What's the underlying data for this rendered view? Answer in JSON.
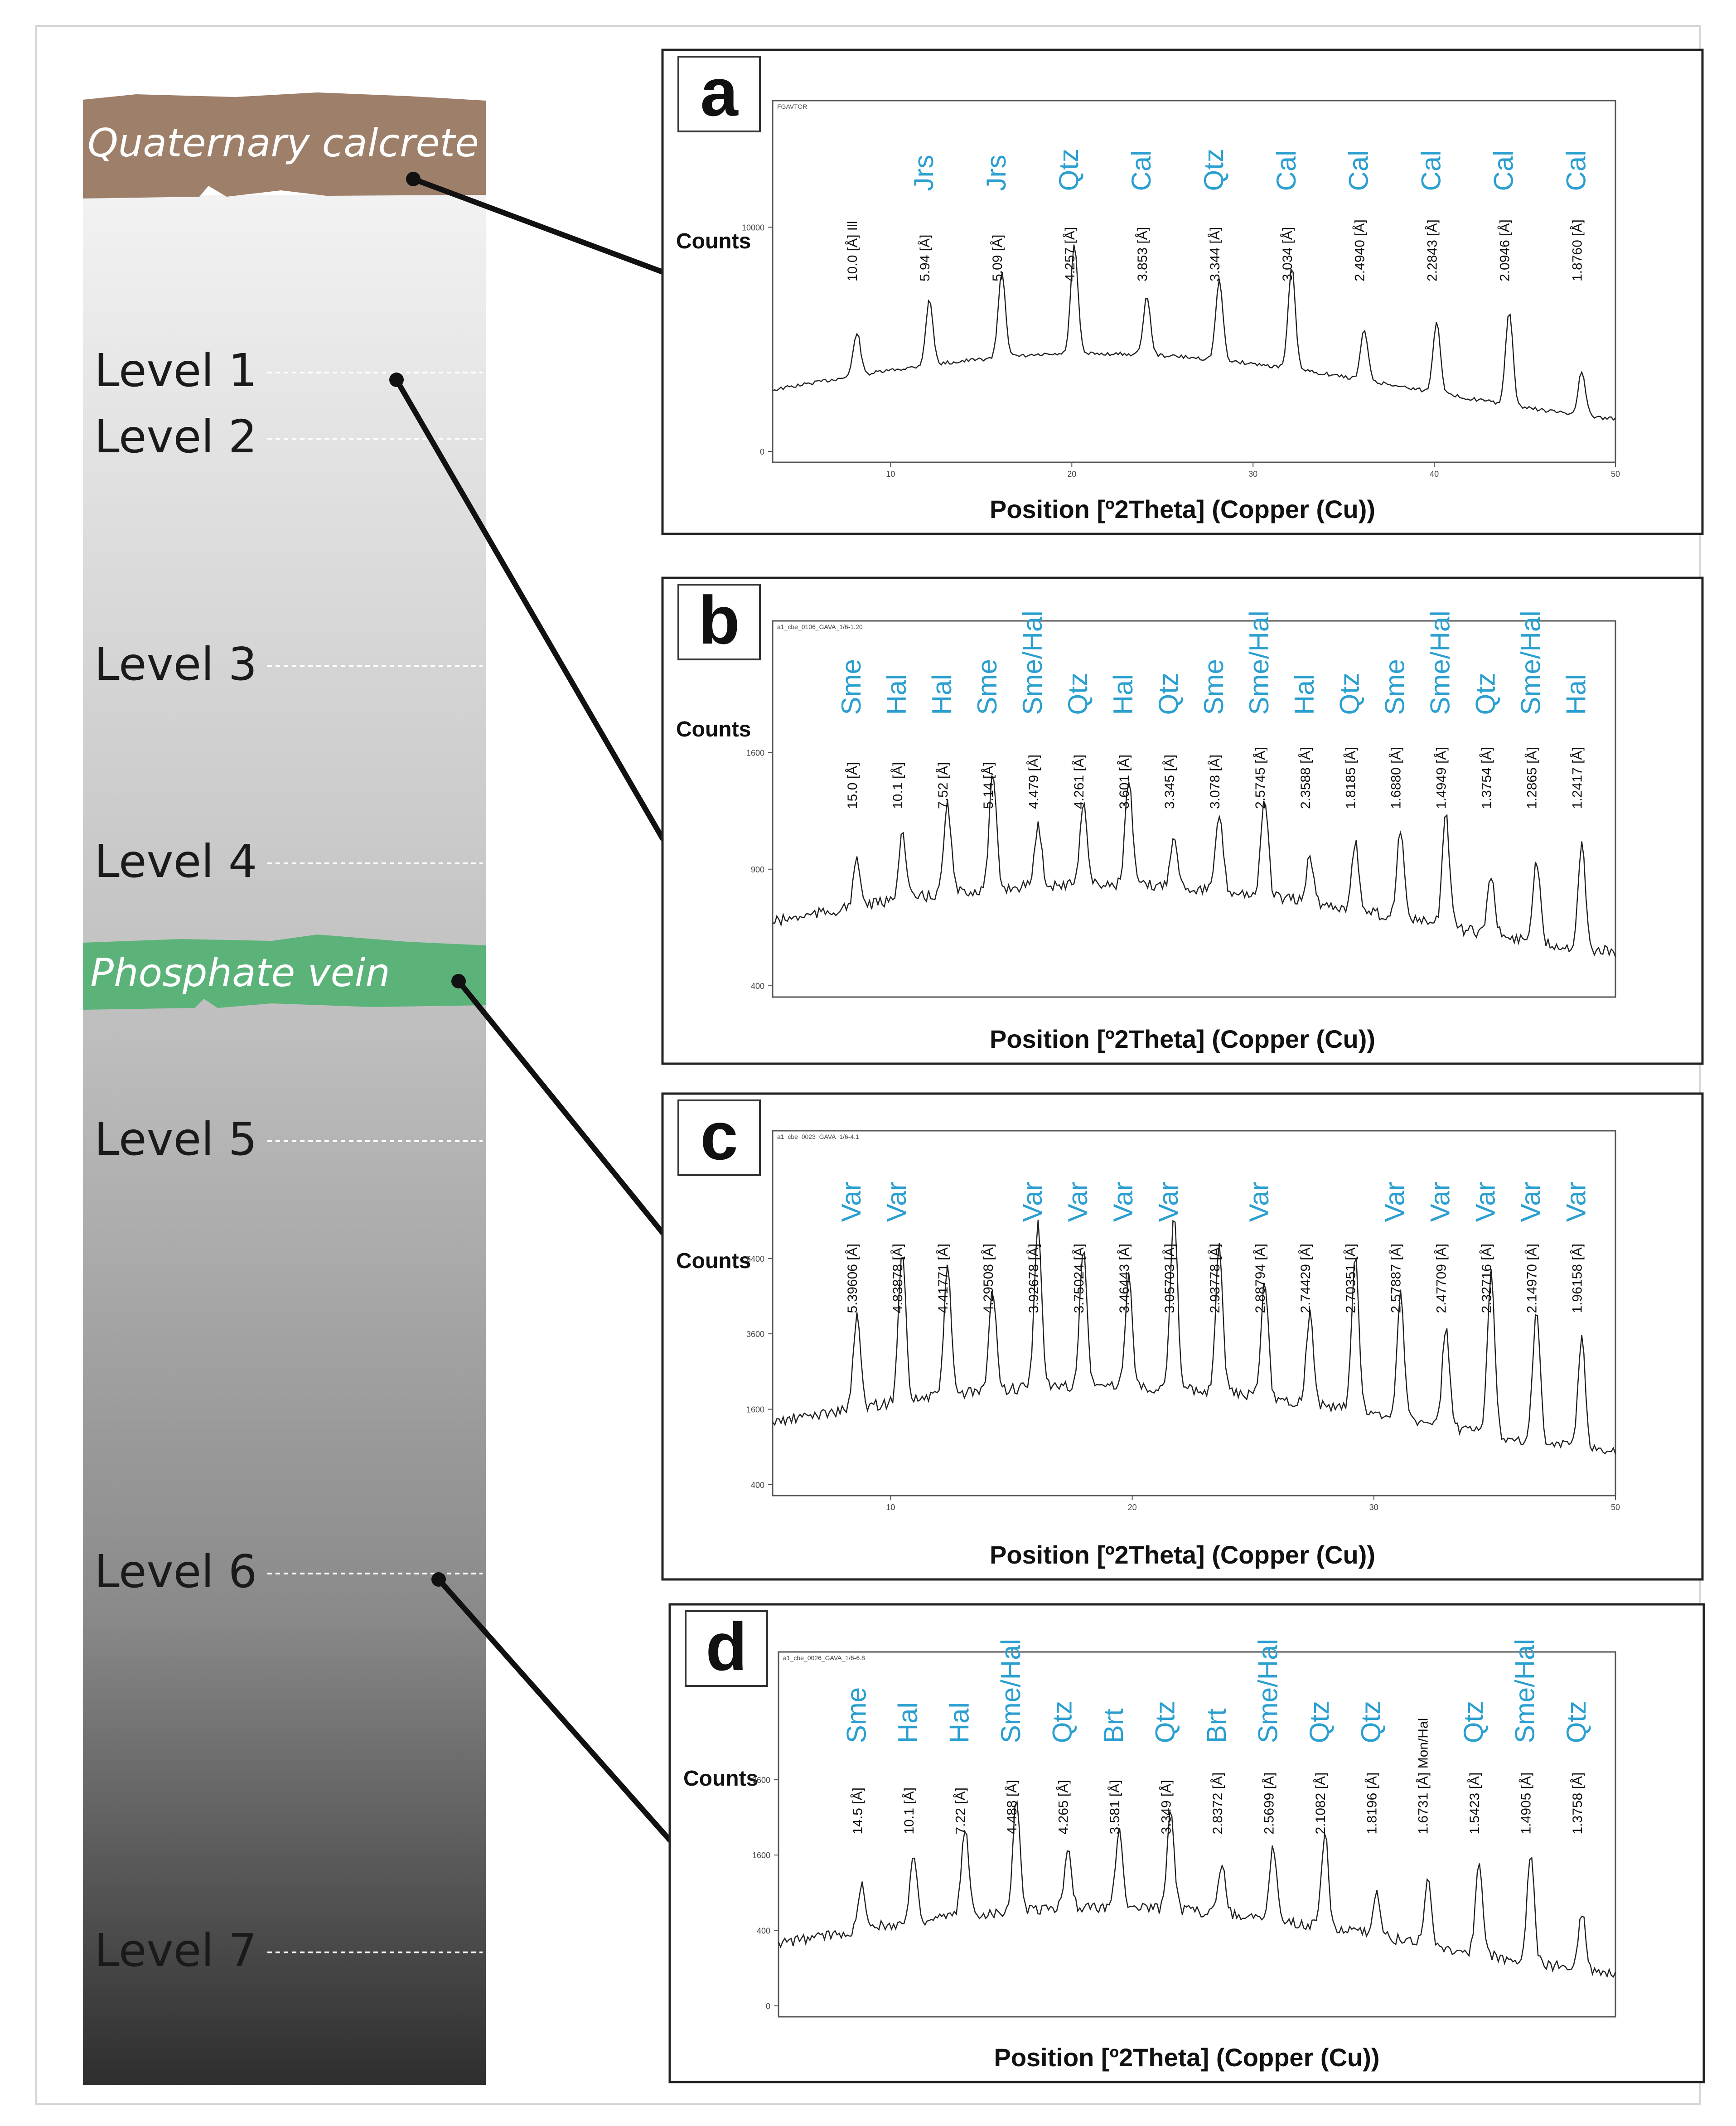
{
  "column": {
    "top_layer": "Quaternary calcrete",
    "vein": "Phosphate vein",
    "colors": {
      "calcrete": "#9e7f6a",
      "vein": "#5cb37a",
      "column_top": "#f2f2f2",
      "column_bottom": "#2e2e2e"
    },
    "levels": [
      {
        "id": "level-1",
        "label": "Level 1"
      },
      {
        "id": "level-2",
        "label": "Level 2"
      },
      {
        "id": "level-3",
        "label": "Level 3"
      },
      {
        "id": "level-4",
        "label": "Level 4"
      },
      {
        "id": "level-5",
        "label": "Level 5"
      },
      {
        "id": "level-6",
        "label": "Level 6"
      },
      {
        "id": "level-7",
        "label": "Level 7"
      }
    ]
  },
  "common": {
    "ylabel": "Counts",
    "xlabel": "Position [º2Theta] (Copper (Cu))",
    "mineral_color": "#2a9fd0"
  },
  "panels": [
    {
      "letter": "a",
      "header": "FGAVTOR",
      "yticks": [
        "10000",
        "0"
      ],
      "xticks": [
        "10",
        "20",
        "30",
        "40",
        "50"
      ],
      "peaks": [
        {
          "d": "10.0 [Å] Ill",
          "m": ""
        },
        {
          "d": "5.94 [Å]",
          "m": "Jrs"
        },
        {
          "d": "5.09 [Å]",
          "m": "Jrs"
        },
        {
          "d": "4.257 [Å]",
          "m": "Qtz"
        },
        {
          "d": "3.853 [Å]",
          "m": "Cal"
        },
        {
          "d": "3.344 [Å]",
          "m": "Qtz"
        },
        {
          "d": "3.034 [Å]",
          "m": "Cal"
        },
        {
          "d": "2.4940 [Å]",
          "m": "Cal"
        },
        {
          "d": "2.2843 [Å]",
          "m": "Cal"
        },
        {
          "d": "2.0946 [Å]",
          "m": "Cal"
        },
        {
          "d": "1.8760 [Å]",
          "m": "Cal"
        }
      ]
    },
    {
      "letter": "b",
      "header": "a1_cbe_0106_GAVA_1/6-1.20",
      "yticks": [
        "1600",
        "900",
        "400"
      ],
      "xticks": [],
      "peaks": [
        {
          "d": "15.0 [Å]",
          "m": "Sme"
        },
        {
          "d": "10.1 [Å]",
          "m": "Hal"
        },
        {
          "d": "7.52 [Å]",
          "m": "Hal"
        },
        {
          "d": "5.14 [Å]",
          "m": "Sme"
        },
        {
          "d": "4.479 [Å]",
          "m": "Sme/Hal"
        },
        {
          "d": "4.261 [Å]",
          "m": "Qtz"
        },
        {
          "d": "3.601 [Å]",
          "m": "Hal"
        },
        {
          "d": "3.345 [Å]",
          "m": "Qtz"
        },
        {
          "d": "3.078 [Å]",
          "m": "Sme"
        },
        {
          "d": "2.5745 [Å]",
          "m": "Sme/Hal"
        },
        {
          "d": "2.3588 [Å]",
          "m": "Hal"
        },
        {
          "d": "1.8185 [Å]",
          "m": "Qtz"
        },
        {
          "d": "1.6880 [Å]",
          "m": "Sme"
        },
        {
          "d": "1.4949 [Å]",
          "m": "Sme/Hal"
        },
        {
          "d": "1.3754 [Å]",
          "m": "Qtz"
        },
        {
          "d": "1.2865 [Å]",
          "m": "Sme/Hal"
        },
        {
          "d": "1.2417 [Å]",
          "m": "Hal"
        }
      ]
    },
    {
      "letter": "c",
      "header": "a1_cbe_0023_GAVA_1/6-4.1",
      "yticks": [
        "6400",
        "3600",
        "1600",
        "400"
      ],
      "xticks": [
        "10",
        "20",
        "30",
        "50"
      ],
      "peaks": [
        {
          "d": "5.39606 [Å]",
          "m": "Var"
        },
        {
          "d": "4.83878 [Å]",
          "m": "Var"
        },
        {
          "d": "4.41771 [Å]",
          "m": ""
        },
        {
          "d": "4.29508 [Å]",
          "m": ""
        },
        {
          "d": "3.92678 [Å]",
          "m": "Var"
        },
        {
          "d": "3.75024 [Å]",
          "m": "Var"
        },
        {
          "d": "3.46443 [Å]",
          "m": "Var"
        },
        {
          "d": "3.05703 [Å]",
          "m": "Var"
        },
        {
          "d": "2.93778 [Å]",
          "m": ""
        },
        {
          "d": "2.88794 [Å]",
          "m": "Var"
        },
        {
          "d": "2.74429 [Å]",
          "m": ""
        },
        {
          "d": "2.70351 [Å]",
          "m": ""
        },
        {
          "d": "2.57887 [Å]",
          "m": "Var"
        },
        {
          "d": "2.47709 [Å]",
          "m": "Var"
        },
        {
          "d": "2.32716 [Å]",
          "m": "Var"
        },
        {
          "d": "2.14970 [Å]",
          "m": "Var"
        },
        {
          "d": "1.96158 [Å]",
          "m": "Var"
        }
      ]
    },
    {
      "letter": "d",
      "header": "a1_cbe_0026_GAVA_1/6-6.8",
      "yticks": [
        "3600",
        "1600",
        "400",
        "0"
      ],
      "xticks": [],
      "peaks": [
        {
          "d": "14.5 [Å]",
          "m": "Sme"
        },
        {
          "d": "10.1 [Å]",
          "m": "Hal"
        },
        {
          "d": "7.22 [Å]",
          "m": "Hal"
        },
        {
          "d": "4.488 [Å]",
          "m": "Sme/Hal"
        },
        {
          "d": "4.265 [Å]",
          "m": "Qtz"
        },
        {
          "d": "3.581 [Å]",
          "m": "Brt"
        },
        {
          "d": "3.349 [Å]",
          "m": "Qtz"
        },
        {
          "d": "2.8372 [Å]",
          "m": "Brt"
        },
        {
          "d": "2.5699 [Å]",
          "m": "Sme/Hal"
        },
        {
          "d": "2.1082 [Å]",
          "m": "Qtz"
        },
        {
          "d": "1.8196 [Å]",
          "m": "Qtz"
        },
        {
          "d": "1.6731 [Å] Mon/Hal",
          "m": ""
        },
        {
          "d": "1.5423 [Å]",
          "m": "Qtz"
        },
        {
          "d": "1.4905 [Å]",
          "m": "Sme/Hal"
        },
        {
          "d": "1.3758 [Å]",
          "m": "Qtz"
        }
      ]
    }
  ]
}
